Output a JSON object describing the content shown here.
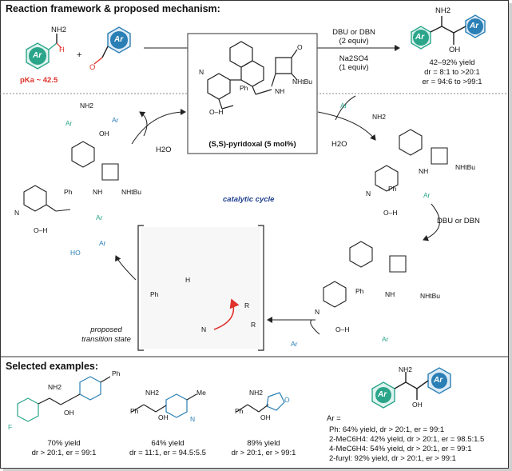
{
  "top": {
    "title": "Reaction framework & proposed mechanism:",
    "ar_label": "Ar",
    "nh2": "NH2",
    "h": "H",
    "o": "O",
    "oh": "OH",
    "plus": "+",
    "pka": "pKa ~ 42.5",
    "conditions_base": "DBU or DBN",
    "conditions_base_equiv": "(2 equiv)",
    "conditions_additive": "Na2SO4",
    "conditions_additive_equiv": "(1 equiv)",
    "result_yield": "42–92% yield",
    "result_dr": "dr = 8:1 to >20:1",
    "result_er": "er = 94:6 to >99:1"
  },
  "catalyst": {
    "n": "N",
    "ph": "Ph",
    "nh": "NH",
    "nhtbu": "NHtBu",
    "o": "O",
    "oh": "O–H",
    "name": "(S,S)-pyridoxal (5 mol%)"
  },
  "cycle": {
    "water": "H2O",
    "label": "catalytic cycle",
    "base": "DBU or DBN",
    "ts_line1": "proposed",
    "ts_line2": "transition state",
    "ar_plain": "Ar",
    "oh_h": "O–H",
    "ho": "HO",
    "r": "R"
  },
  "examples": {
    "title": "Selected examples:",
    "ar_equals": "Ar =",
    "items": [
      {
        "substituent": "Ph",
        "halogen": "F",
        "yield": "70% yield",
        "selectivity": "dr > 20:1, er = 99:1"
      },
      {
        "substituent": "Me",
        "yield": "64% yield",
        "selectivity": "dr = 11:1, er = 94.5:5.5"
      },
      {
        "yield": "89% yield",
        "selectivity": "dr > 20:1, er > 99:1"
      }
    ],
    "ar_rows": [
      "Ph: 64% yield, dr > 20:1, er = 99:1",
      "2-MeC6H4: 42% yield, dr > 20:1, er = 98.5:1.5",
      "4-MeC6H4: 54% yield, dr > 20:1, er = 99:1",
      "2-furyl: 92% yield, dr > 20:1, er > 99:1"
    ]
  }
}
